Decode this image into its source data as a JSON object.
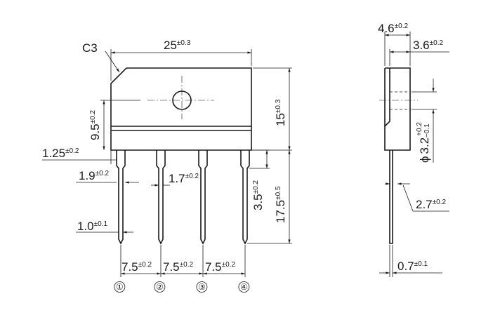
{
  "labels": {
    "chamfer": "C3",
    "width": "25",
    "width_tol": "±0.3",
    "height": "15",
    "height_tol": "±0.3",
    "hole_pos": "9.5",
    "hole_pos_tol": "±0.2",
    "lead_offset": "1.25",
    "lead_offset_tol": "±0.2",
    "shoulder_w": "1.9",
    "shoulder_w_tol": "±0.2",
    "shoulder_w2": "1.7",
    "shoulder_w2_tol": "±0.2",
    "lead_w": "1.0",
    "lead_w_tol": "±0.1",
    "shoulder_len": "3.5",
    "shoulder_len_tol": "±0.2",
    "lead_len": "17.5",
    "lead_len_tol": "±0.5",
    "pitch1": "7.5",
    "pitch1_tol": "±0.2",
    "pitch2": "7.5",
    "pitch2_tol": "±0.2",
    "pitch3": "7.5",
    "pitch3_tol": "±0.2",
    "thickness": "4.6",
    "thickness_tol": "±0.2",
    "upper_thickness": "3.6",
    "upper_thickness_tol": "±0.2",
    "hole_dia_sym": "ϕ",
    "hole_dia": "3.2",
    "hole_dia_tol_plus": "+0.2",
    "hole_dia_tol_minus": "−0.1",
    "lead_offset_side": "2.7",
    "lead_offset_side_tol": "±0.2",
    "lead_thickness": "0.7",
    "lead_thickness_tol": "±0.1"
  },
  "pins": [
    "①",
    "②",
    "③",
    "④"
  ]
}
